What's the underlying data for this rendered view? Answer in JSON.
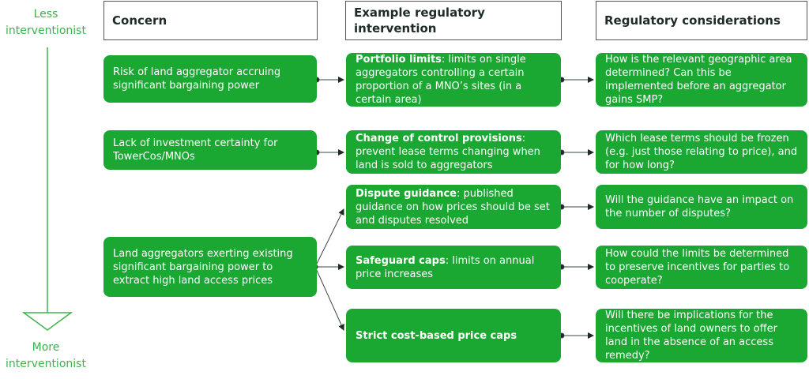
{
  "axis": {
    "top": "Less interventionist",
    "bottom": "More interventionist"
  },
  "headers": {
    "concern": "Concern",
    "intervention": "Example regulatory intervention",
    "considerations": "Regulatory considerations"
  },
  "concerns": [
    "Risk of land aggregator accruing significant bargaining power",
    "Lack of investment certainty for TowerCos/MNOs",
    "Land aggregators exerting existing significant bargaining power to extract high land access prices"
  ],
  "interventions": [
    {
      "title": "Portfolio limits",
      "desc": ": limits on single aggregators controlling a certain proportion of a MNO’s sites (in a certain area)"
    },
    {
      "title": "Change of control provisions",
      "desc": ": prevent lease terms changing when land is sold to aggregators"
    },
    {
      "title": "Dispute guidance",
      "desc": ": published guidance on how prices should be set and disputes resolved"
    },
    {
      "title": "Safeguard caps",
      "desc": ": limits on annual price increases"
    },
    {
      "title": "Strict cost-based price caps",
      "desc": ""
    }
  ],
  "considerations": [
    "How is the relevant geographic area determined? Can this be implemented before an aggregator gains SMP?",
    "Which lease terms should be frozen (e.g. just those relating to price), and for how long?",
    "Will the guidance have an impact on the number of disputes?",
    "How could the limits be determined to preserve incentives for parties to cooperate?",
    "Will there be implications for the incentives of land owners to offer land in the absence of an access remedy?"
  ],
  "colors": {
    "box": "#1aa832",
    "axis": "#3cb34a"
  }
}
